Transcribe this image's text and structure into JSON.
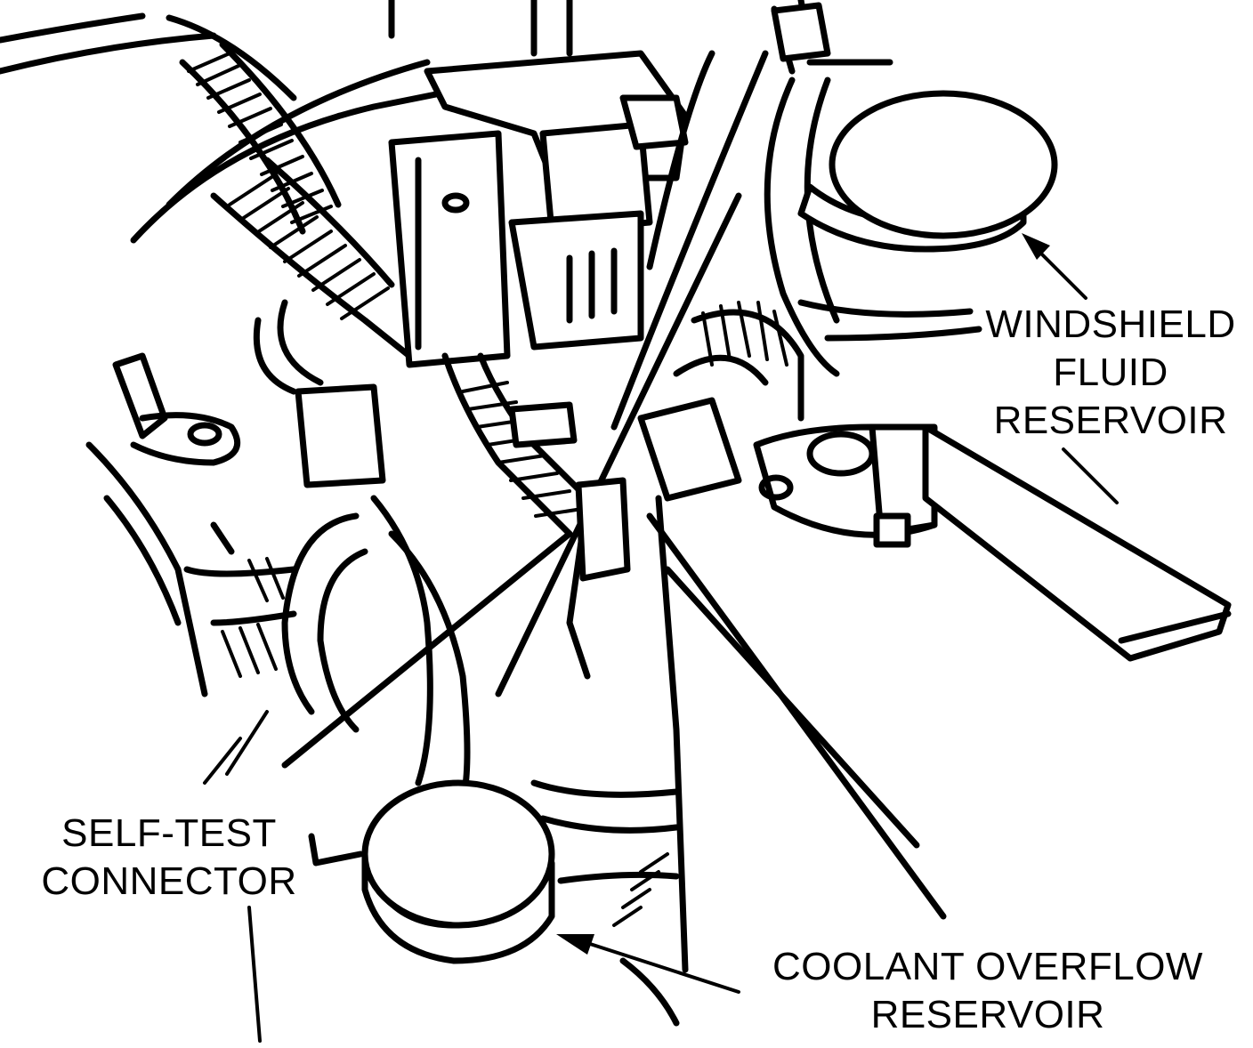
{
  "labels": {
    "windshield_fluid_reservoir": [
      "WINDSHIELD",
      "FLUID",
      "RESERVOIR"
    ],
    "self_test_connector": [
      "SELF-TEST",
      "CONNECTOR"
    ],
    "coolant_overflow_reservoir": [
      "COOLANT OVERFLOW",
      "RESERVOIR"
    ]
  }
}
